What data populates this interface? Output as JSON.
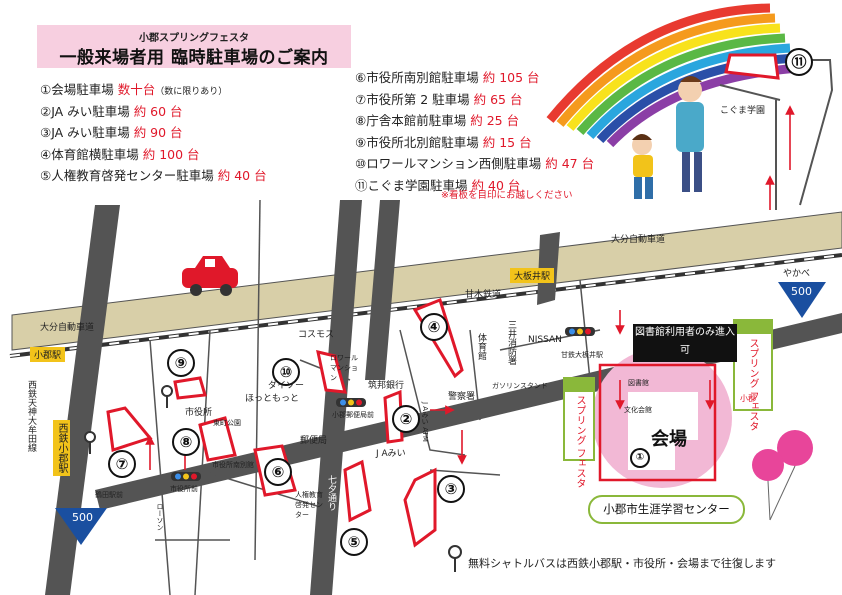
{
  "title": {
    "subtitle": "小郡スプリングフェスタ",
    "main": "一般来場者用 臨時駐車場のご案内"
  },
  "parking_lots": [
    {
      "num": "①",
      "name": "会場駐車場",
      "capacity": "数十台",
      "note": "（数に限りあり）"
    },
    {
      "num": "②",
      "name": "JA みい駐車場",
      "capacity": "約 60 台"
    },
    {
      "num": "③",
      "name": "JA みい駐車場",
      "capacity": "約 90 台"
    },
    {
      "num": "④",
      "name": "体育館横駐車場",
      "capacity": "約 100 台"
    },
    {
      "num": "⑤",
      "name": "人権教育啓発センター駐車場",
      "capacity": "約 40 台"
    },
    {
      "num": "⑥",
      "name": "市役所南別館駐車場",
      "capacity": "約 105 台"
    },
    {
      "num": "⑦",
      "name": "市役所第 2 駐車場",
      "capacity": "約 65 台"
    },
    {
      "num": "⑧",
      "name": "庁舎本館前駐車場",
      "capacity": "約 25 台"
    },
    {
      "num": "⑨",
      "name": "市役所北別館駐車場",
      "capacity": "約 15 台"
    },
    {
      "num": "⑩",
      "name": "ロワールマンション西側駐車場",
      "capacity": "約 47 台"
    },
    {
      "num": "⑪",
      "name": "こぐま学園駐車場",
      "capacity": "約 40 台"
    }
  ],
  "signboard_note": "※看板を目印にお越しください",
  "map_labels": {
    "expressway_1": "大分自動車道",
    "expressway_2": "大分自動車道",
    "amagi_railway": "甘木鉄道",
    "ooitai_station": "大板井駅",
    "ogori_station": "小郡駅",
    "nishitetsu_line": "西鉄天神大牟田線",
    "nishitetsu_ogori": "西鉄小郡駅",
    "route_500_a": "500",
    "route_500_b": "500",
    "route_500_road": "国道 500 号",
    "kogumagakuen": "こぐま学園",
    "yakabe": "やかべ",
    "cosmos": "コスモス",
    "daiso": "ダイソー",
    "hottomotto": "ほっともっと",
    "chikuho_bank": "筑邦銀行",
    "taiikukan": "体育館",
    "mitsui_police": "三井消防署",
    "nissan": "NISSAN",
    "gasoline": "ガソリンスタンド",
    "police": "警察署",
    "ja_mii": "J Aみい",
    "ja_atm": "J Aみい ATM",
    "post_office": "郵便局",
    "shiyakusho": "市役所",
    "higashimachi_park": "東町公園",
    "shiyakusho_minami": "市役所南別館",
    "jinken_center": "人権教育 啓発センター",
    "lawson": "ローソン",
    "nishitetsu_station_label": "鶴田駅前",
    "loire_mansion": "ロワール マンション",
    "tanabata": "七夕通り",
    "ogori_yubinkyoku": "小郡郵便局前",
    "shiyakusho_mae": "市役所前",
    "amagi_ooitai": "甘鉄大板井駅",
    "library": "図書館",
    "bunka_kaikan": "文化会館",
    "kaijo": "会場",
    "library_note": "図書館利用者のみ進入可",
    "center_sign": "小郡市生涯学習センター",
    "spring_festa": "スプリング フェスタ",
    "ogori_flag": "小郡"
  },
  "shuttle_note": "無料シャトルバスは西鉄小郡駅・市役所・会場まで往復します",
  "colors": {
    "road_gray": "#545454",
    "expressway_beige": "#d8cfa8",
    "lot_red": "#e0182a",
    "venue_pink": "#f2b8d5",
    "sign_green": "#8ab83a",
    "route_blue": "#1a4fa0",
    "title_pink": "#f7cfe0"
  }
}
